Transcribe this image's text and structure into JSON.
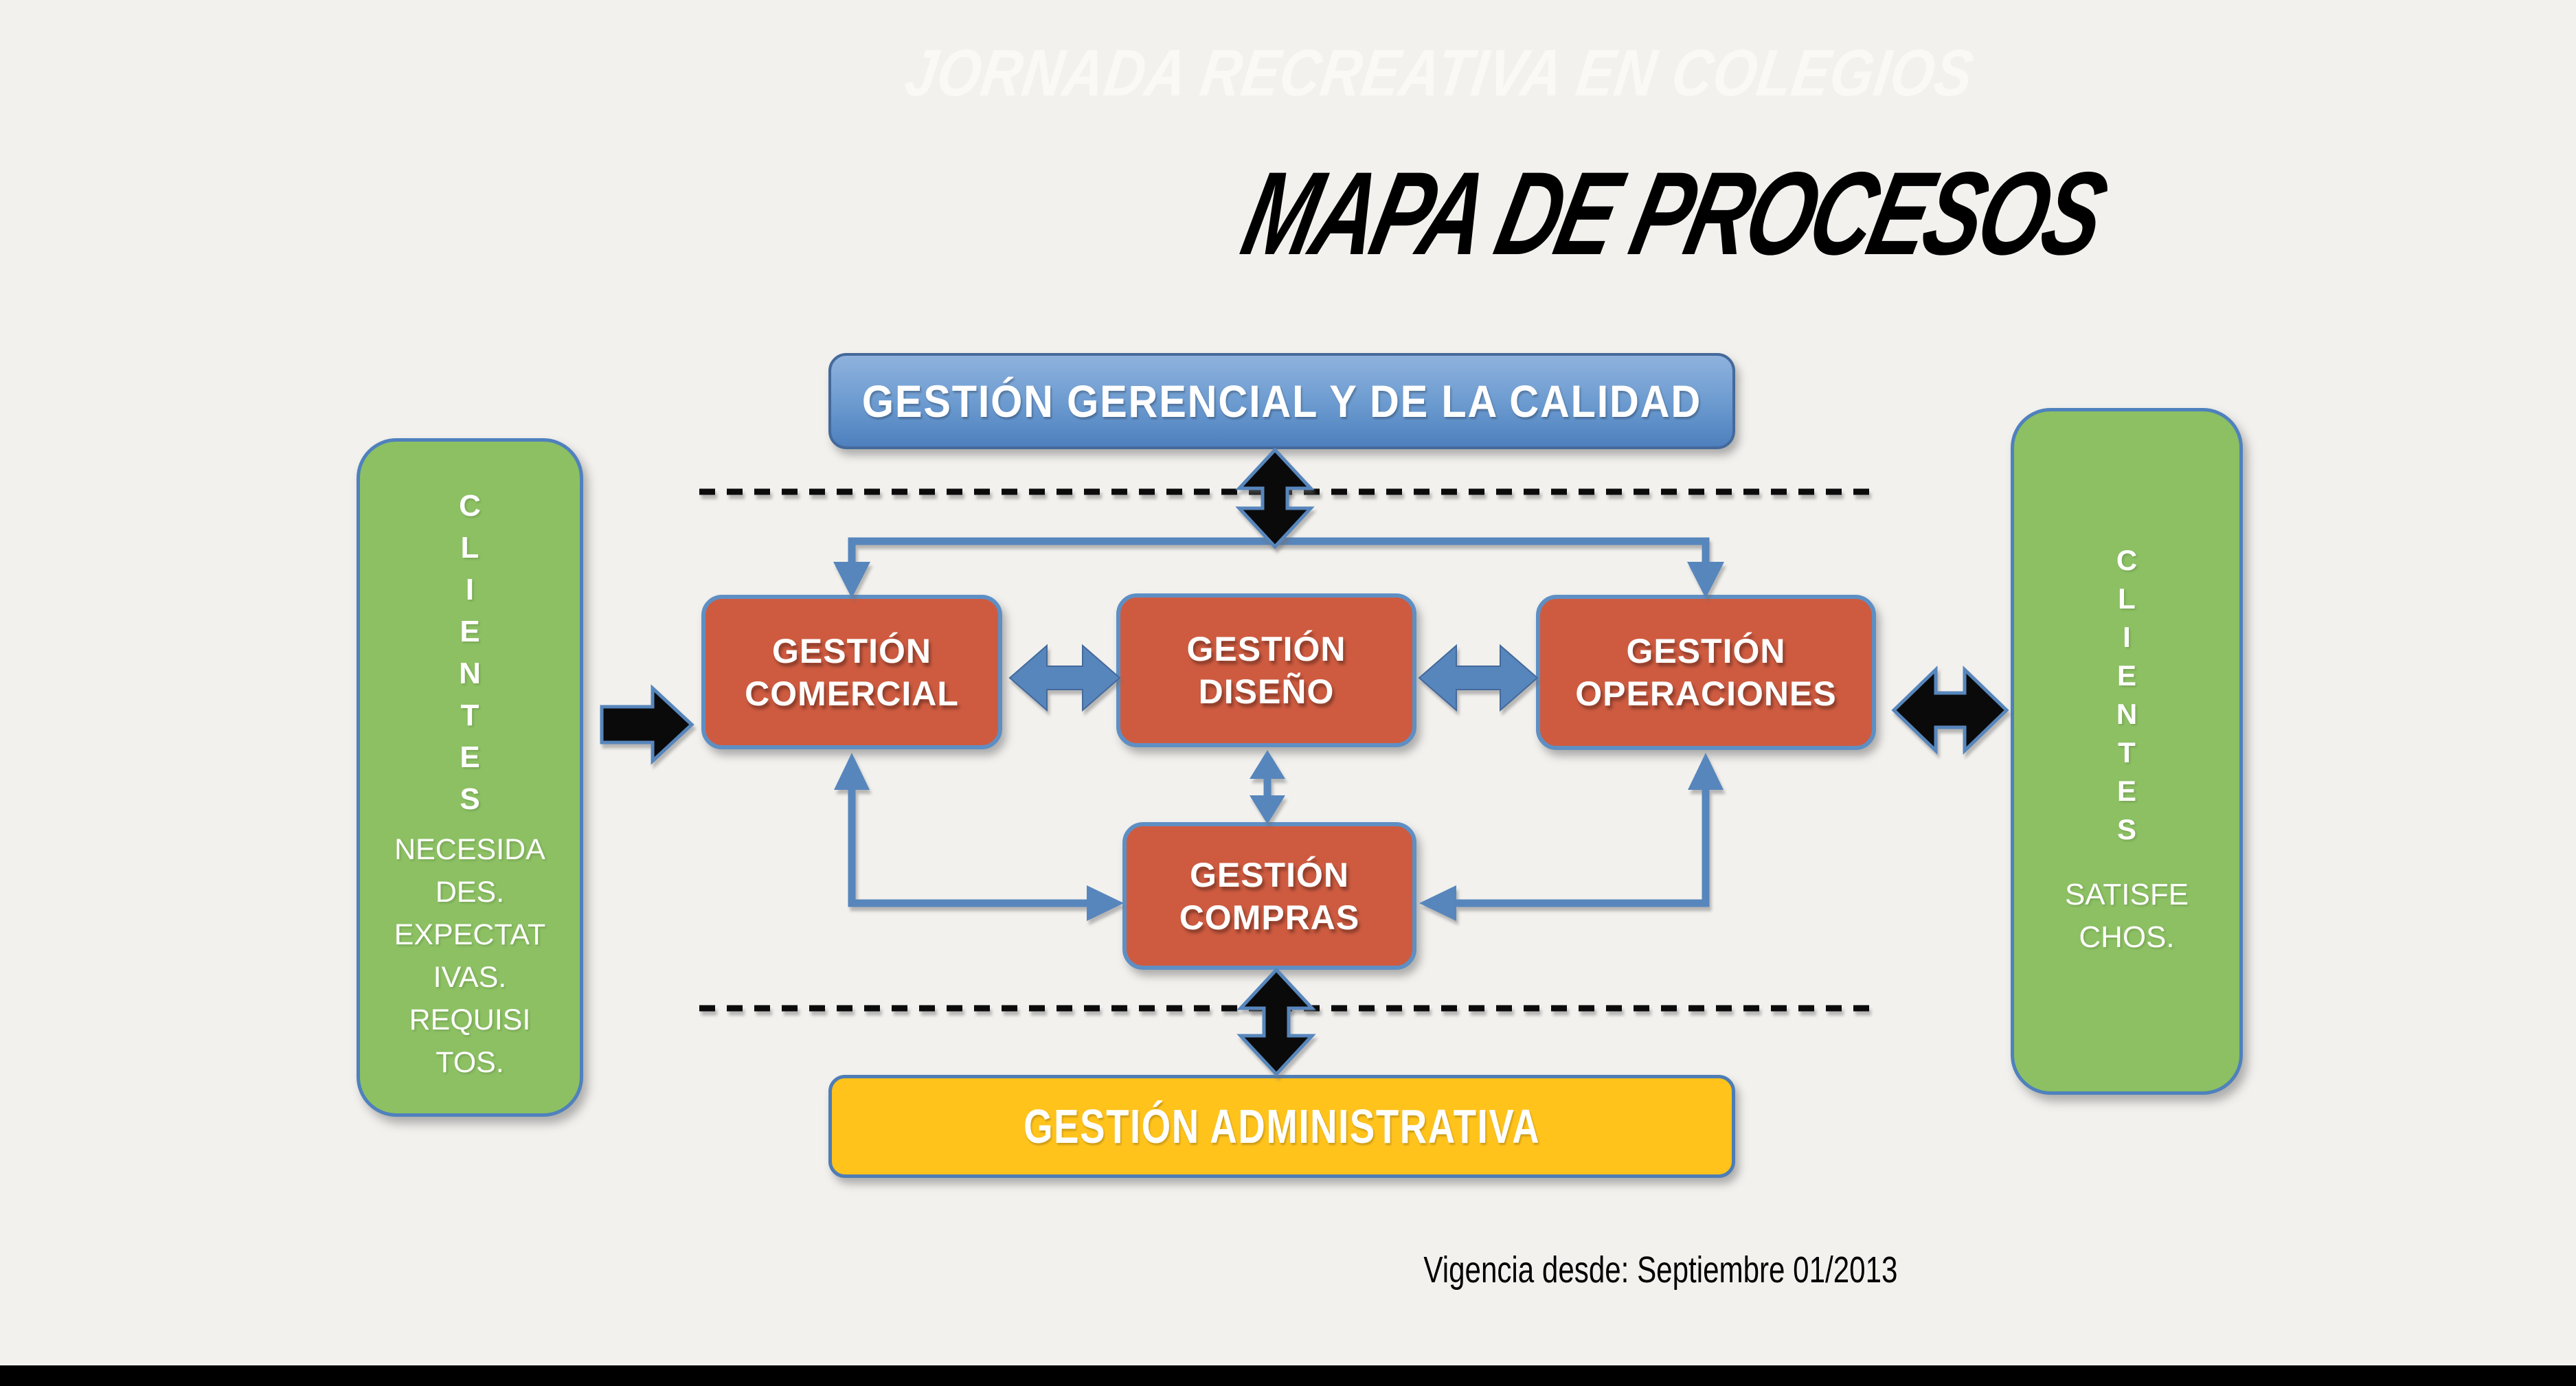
{
  "diagram": {
    "watermark": "JORNADA RECREATIVA EN COLEGIOS",
    "title": "MAPA DE PROCESOS",
    "footer_note": "Vigencia desde: Septiembre 01/2013"
  },
  "colors": {
    "background": "#F2F1EE",
    "watermark_text": "#FAF9F6",
    "panel_green": "#8CC063",
    "panel_green_border": "#4F81BD",
    "box_red": "#CE5B40",
    "box_red_border": "#5E8FC4",
    "box_blue_top": "#8FB2DD",
    "box_blue_bottom": "#4E80BE",
    "box_blue_border": "#44699B",
    "box_yellow": "#FFC31C",
    "box_yellow_border": "#4E7DB5",
    "connector_blue": "#5786BC",
    "arrow_black": "#0A0A0A",
    "dash_black": "#0B0B0B",
    "footer_bar": "#000000",
    "text_white": "#FFFFFF",
    "text_black": "#000000"
  },
  "boxes": {
    "gerencial": "GESTIÓN GERENCIAL Y DE LA CALIDAD",
    "comercial": "GESTIÓN\nCOMERCIAL",
    "diseno": "GESTIÓN\nDISEÑO",
    "operaciones": "GESTIÓN\nOPERACIONES",
    "compras": "GESTIÓN\nCOMPRAS",
    "administrativa": "GESTIÓN ADMINISTRATIVA"
  },
  "clientes_left": {
    "title_letters": [
      "C",
      "L",
      "I",
      "E",
      "N",
      "T",
      "E",
      "S"
    ],
    "body_lines": [
      "NECESIDA",
      "DES.",
      "EXPECTAT",
      "IVAS.",
      "REQUISI",
      "TOS."
    ]
  },
  "clientes_right": {
    "title_letters": [
      "C",
      "L",
      "I",
      "E",
      "N",
      "T",
      "E",
      "S"
    ],
    "body_lines": [
      "SATISFE",
      "CHOS."
    ]
  }
}
